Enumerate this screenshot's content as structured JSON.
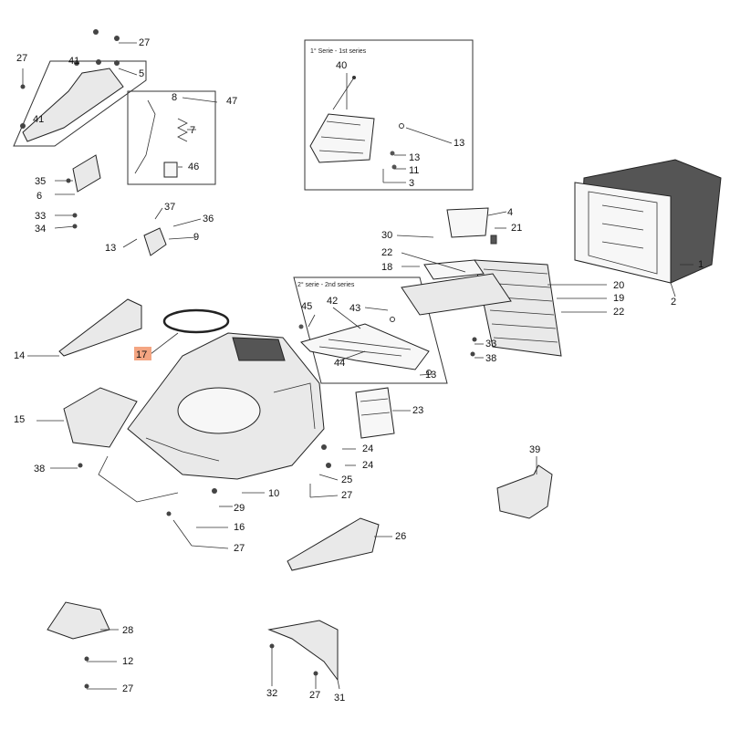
{
  "series_boxes": {
    "first": "1° Serie - 1st series",
    "second": "2° serie - 2nd series"
  },
  "highlight_color": "#f4a582",
  "callouts": [
    "1",
    "2",
    "3",
    "4",
    "5",
    "6",
    "7",
    "8",
    "9",
    "10",
    "11",
    "12",
    "13",
    "14",
    "15",
    "16",
    "17",
    "18",
    "19",
    "20",
    "21",
    "22",
    "23",
    "24",
    "25",
    "26",
    "27",
    "28",
    "29",
    "30",
    "31",
    "32",
    "33",
    "34",
    "35",
    "36",
    "37",
    "38",
    "39",
    "40",
    "41",
    "42",
    "43",
    "44",
    "45",
    "46",
    "47"
  ]
}
